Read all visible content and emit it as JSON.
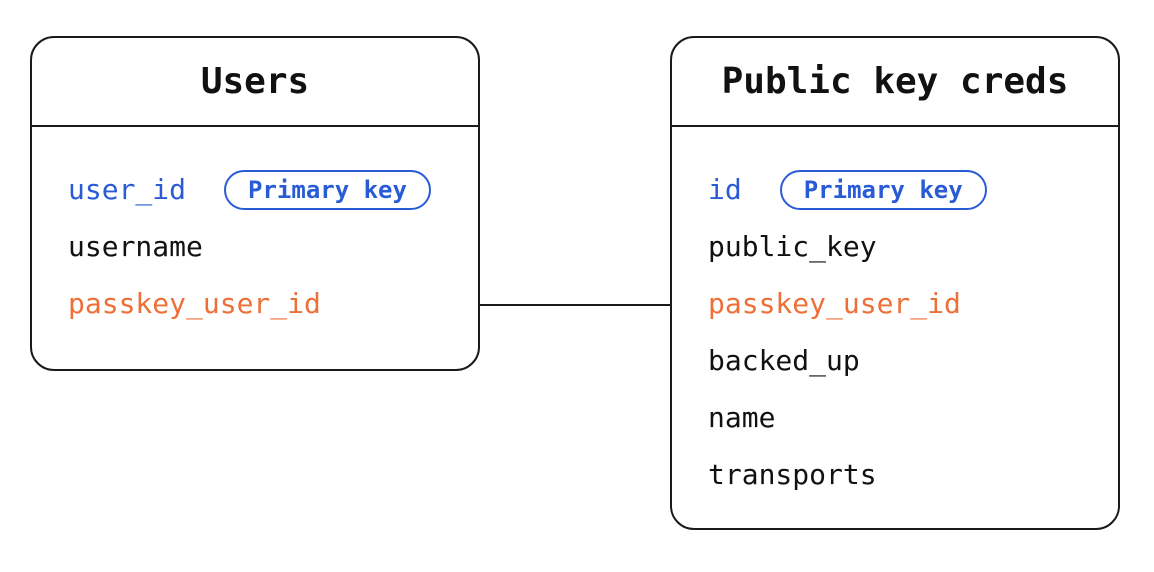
{
  "colors": {
    "background": "#ffffff",
    "line": "#1a1a1a",
    "text": "#111111",
    "field_blue": "#2a5bd7",
    "field_orange": "#ed7038"
  },
  "tables": [
    {
      "title": "Users",
      "fields": [
        {
          "name": "user_id",
          "badge": "Primary key"
        },
        {
          "name": "username"
        },
        {
          "name": "passkey_user_id"
        }
      ]
    },
    {
      "title": "Public key creds",
      "fields": [
        {
          "name": "id",
          "badge": "Primary key"
        },
        {
          "name": "public_key"
        },
        {
          "name": "passkey_user_id"
        },
        {
          "name": "backed_up"
        },
        {
          "name": "name"
        },
        {
          "name": "transports"
        }
      ]
    }
  ],
  "relationship": {
    "from_table": "Users",
    "from_field": "passkey_user_id",
    "to_table": "Public key creds",
    "to_field": "passkey_user_id"
  }
}
